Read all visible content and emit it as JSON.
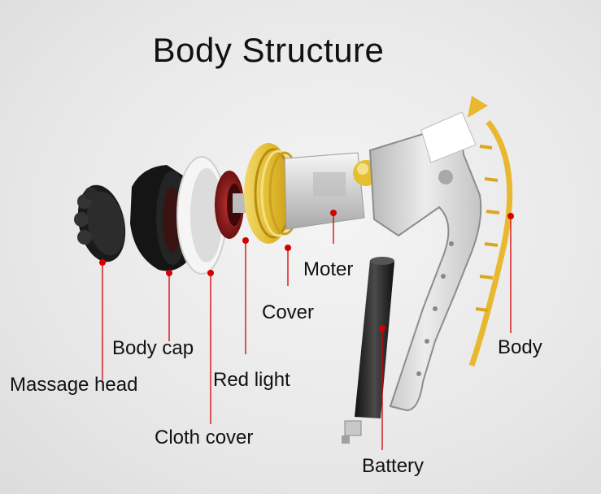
{
  "title": "Body Structure",
  "labels": {
    "massage_head": "Massage head",
    "body_cap": "Body cap",
    "cloth_cover": "Cloth cover",
    "red_light": "Red light",
    "cover": "Cover",
    "moter": "Moter",
    "battery": "Battery",
    "body": "Body"
  },
  "colors": {
    "leader": "#d40000",
    "massage_head": "#1a1a1a",
    "body_cap": "#151515",
    "cloth_cover": "#f4f4f4",
    "red_light": "#8a1a1a",
    "cover": "#e6c84a",
    "body_shell": "#d9d9d9",
    "body_edge": "#e8b830",
    "battery": "#222222"
  }
}
